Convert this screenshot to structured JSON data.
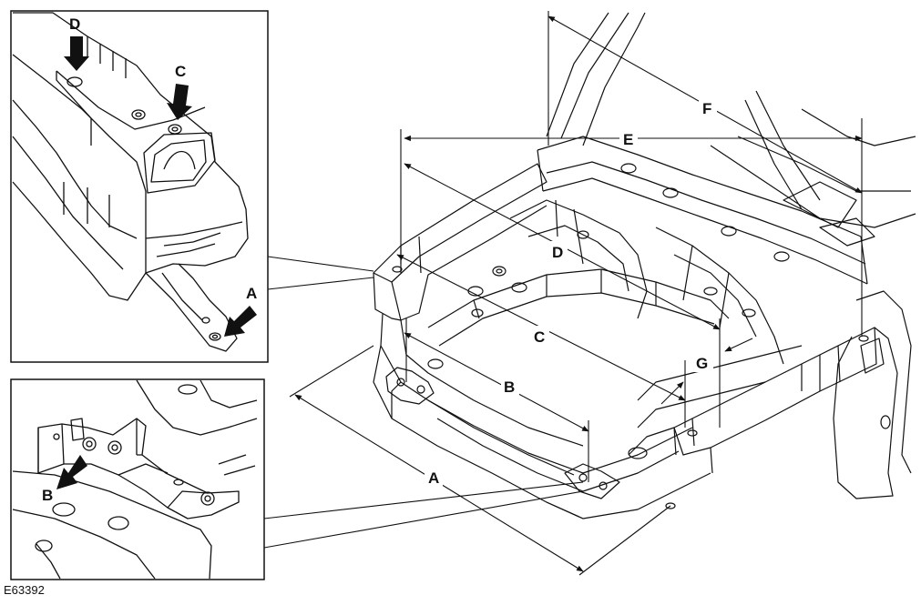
{
  "figure_ref": "E63392",
  "colors": {
    "ink": "#111111",
    "paper": "#ffffff"
  },
  "inset_top": {
    "labels": {
      "a": "A",
      "c": "C",
      "d": "D"
    }
  },
  "inset_bottom": {
    "labels": {
      "b": "B"
    }
  },
  "main": {
    "labels": {
      "a": "A",
      "b": "B",
      "c": "C",
      "d": "D",
      "e": "E",
      "f": "F",
      "g": "G"
    }
  }
}
